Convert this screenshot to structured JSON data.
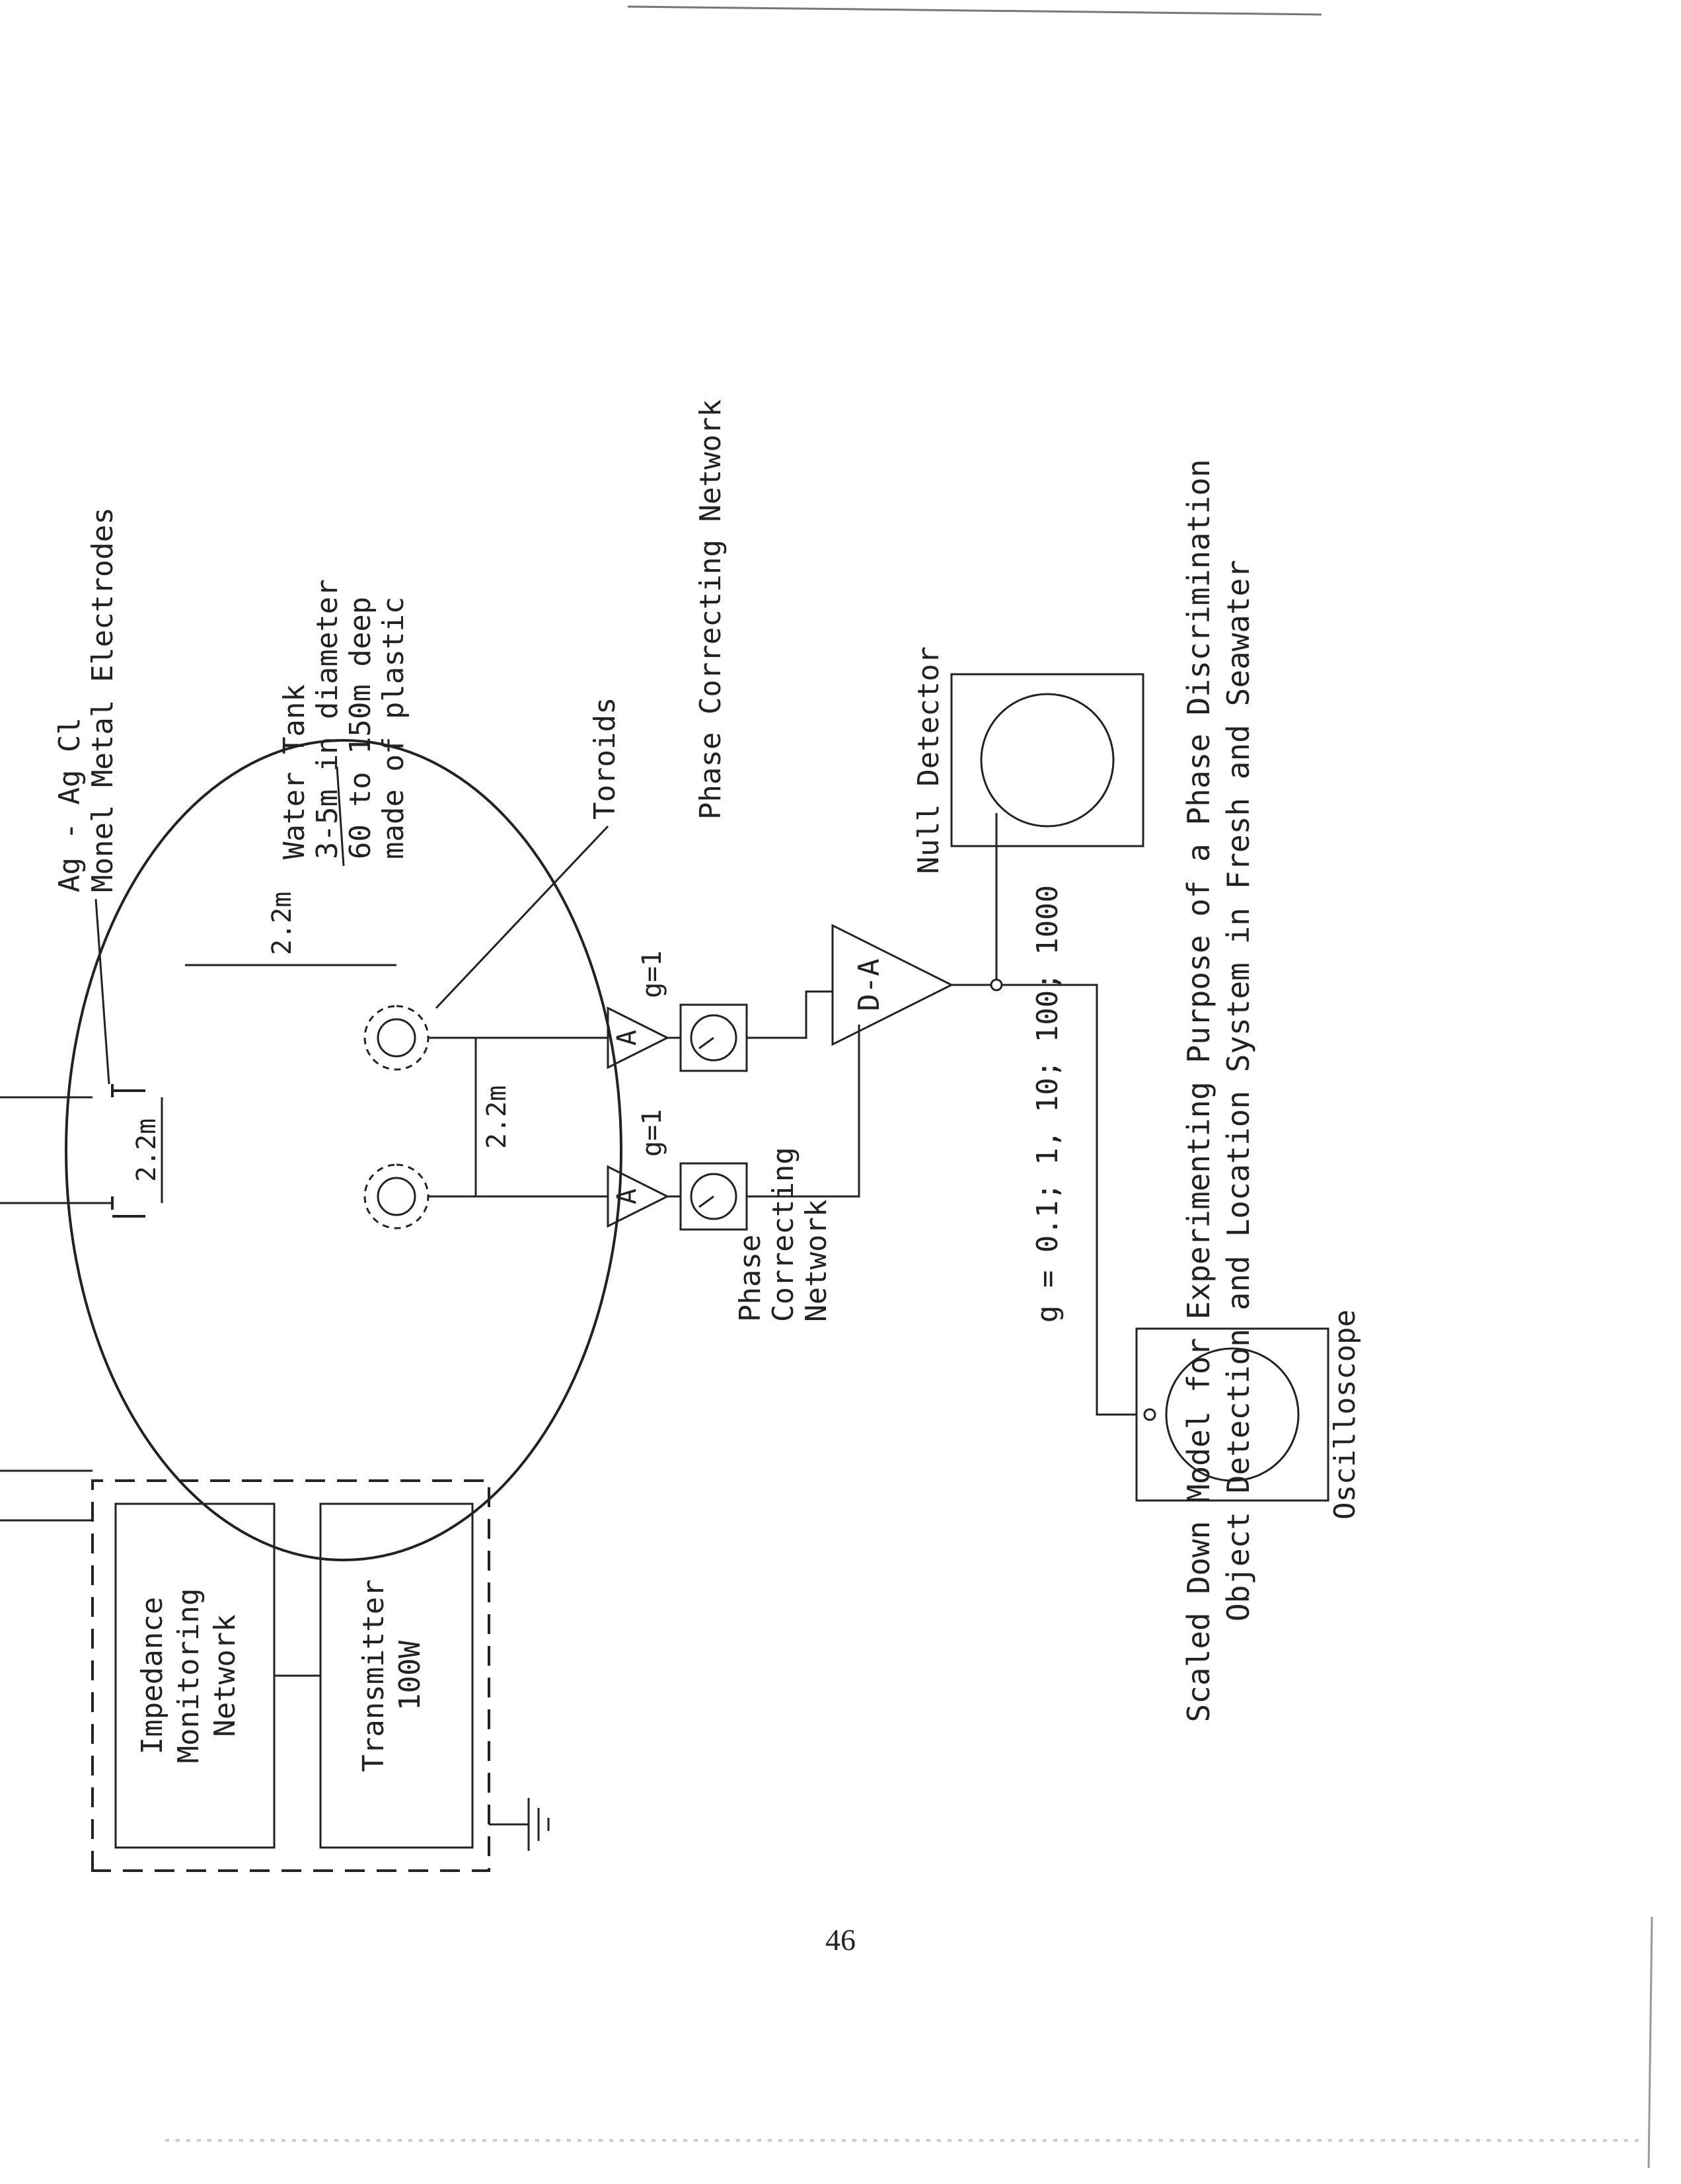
{
  "diagram": {
    "caption_line1": "Scaled Down Model for Experimenting Purpose of a Phase Discrimination",
    "caption_line2": "Object Detection and Location System in Fresh and Seawater",
    "gain_note": "g = 0.1; 1, 10; 100; 1000",
    "electrodes": {
      "line1": "Ag - Ag Cl",
      "line2": "Monel Metal Electrodes"
    },
    "water_tank": {
      "line1": "Water Tank",
      "line2": "3-5m in diameter",
      "line3": "60 to 150m deep",
      "line4": "made of plastic"
    },
    "toroids_label": "Toroids",
    "dimensions": {
      "d1": "2.2m",
      "d2": "2.2m",
      "d3": "2.2m"
    },
    "amplifier_symbol": "A",
    "gain_top": "g=1",
    "gain_bottom": "g=1",
    "phase_network_top": "Phase Correcting Network",
    "phase_network_bottom": {
      "line1": "Phase",
      "line2": "Correcting",
      "line3": "Network"
    },
    "diff_amp": "D-A",
    "null_detector": "Null Detector",
    "oscilloscope": "Oscilloscope",
    "impedance_network": {
      "line1": "Impedance",
      "line2": "Monitoring",
      "line3": "Network"
    },
    "transmitter": {
      "line1": "Transmitter",
      "line2": "100W"
    }
  },
  "page_number": "46"
}
